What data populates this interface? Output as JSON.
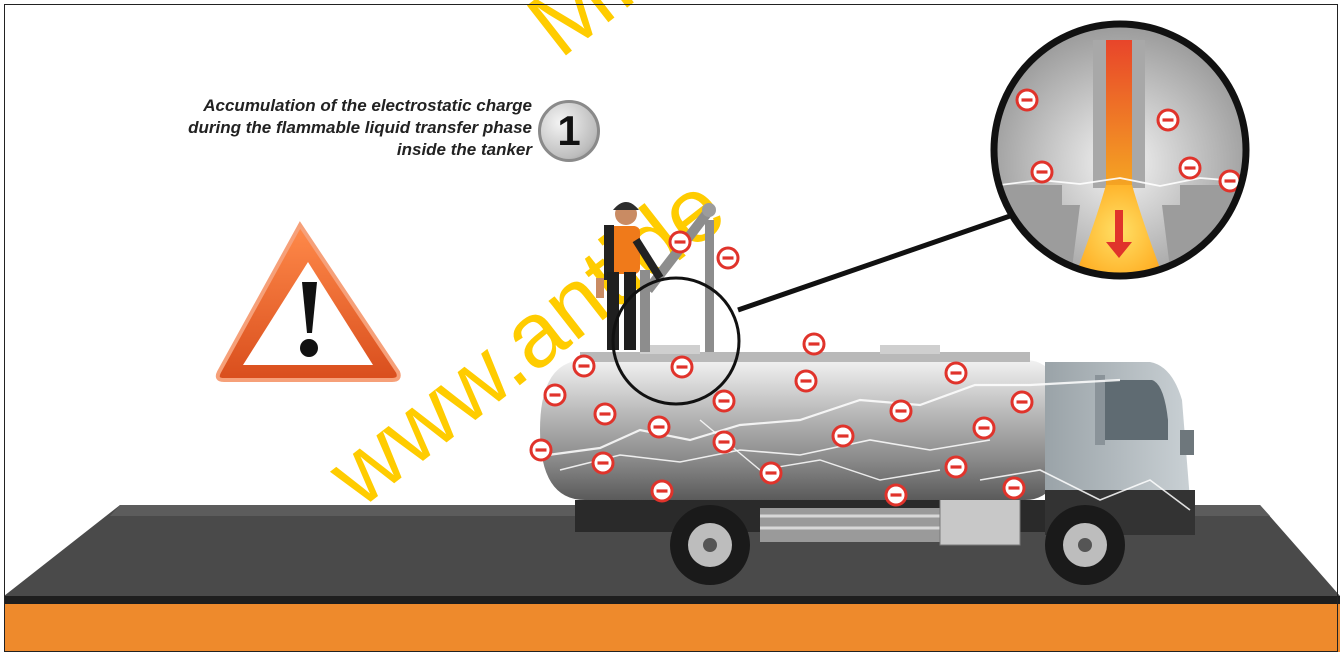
{
  "caption": {
    "line1": "Accumulation of the electrostatic charge",
    "line2": "during the flammable liquid transfer phase",
    "line3": "inside the tanker"
  },
  "step_number": "1",
  "watermark": {
    "line1": "MI",
    "line2": "www.antide"
  },
  "charge_symbol": "−",
  "colors": {
    "ground_orange": "#ee8a2c",
    "asphalt": "#444444",
    "charge_red": "#e0332b",
    "warning_orange": "#ee6a2a",
    "liquid_yellow": "#ffc52a"
  },
  "icons": [
    "warning-triangle-icon",
    "negative-charge-icon",
    "magnifier-icon",
    "down-arrow-icon"
  ]
}
